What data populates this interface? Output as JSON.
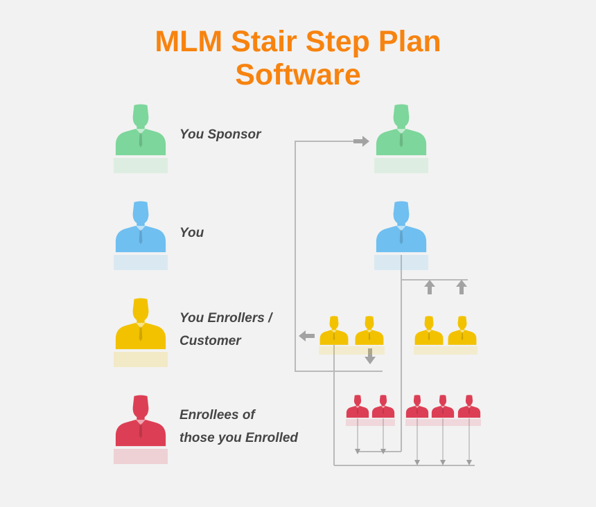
{
  "title": {
    "line1": "MLM Stair Step Plan",
    "line2": "Software"
  },
  "legend": [
    {
      "label_lines": [
        "You Sponsor"
      ],
      "color": "#7dd69b",
      "icon": "person-icon"
    },
    {
      "label_lines": [
        "You"
      ],
      "color": "#6fbff0",
      "icon": "person-icon"
    },
    {
      "label_lines": [
        "You Enrollers /",
        "Customer"
      ],
      "color": "#f2c200",
      "icon": "person-icon"
    },
    {
      "label_lines": [
        "Enrollees of",
        "those you Enrolled"
      ],
      "color": "#dc3f55",
      "icon": "person-icon"
    }
  ],
  "colors": {
    "connector": "#b9b9b9",
    "arrow": "#a3a3a3",
    "background": "#f2f2f2",
    "title": "#f7830f"
  }
}
